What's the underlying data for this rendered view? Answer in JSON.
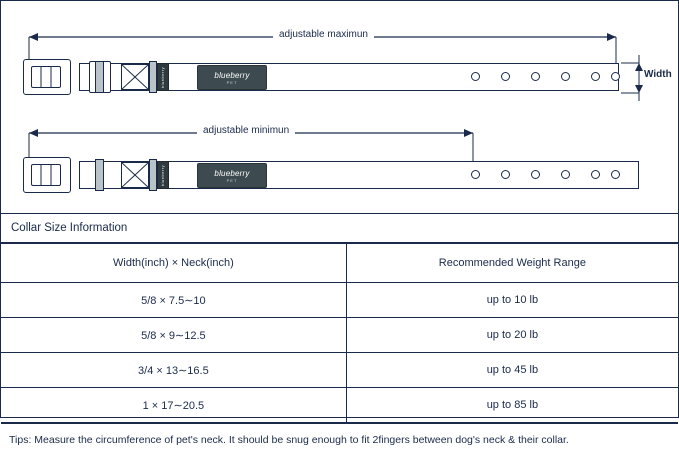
{
  "diagram": {
    "label_max": "adjustable maximun",
    "label_min": "adjustable minimun",
    "label_width": "Width",
    "brand": "blueberry",
    "brand_sub": "PET",
    "keeper_text": "blueberry"
  },
  "table": {
    "title": "Collar Size Information",
    "headers": [
      "Width(inch) ×  Neck(inch)",
      "Recommended Weight Range"
    ],
    "rows": [
      [
        "5/8 × 7.5∼10",
        "up to 10 lb"
      ],
      [
        "5/8 × 9∼12.5",
        "up to 20 lb"
      ],
      [
        "3/4 × 13∼16.5",
        "up to 45 lb"
      ],
      [
        "1 × 17∼20.5",
        "up to 85 lb"
      ]
    ],
    "tips": "Tips: Measure the circumference of pet's neck. It should be snug enough to fit 2fingers between dog's neck & their collar."
  },
  "colors": {
    "line": "#1b2a4a",
    "badge": "#3d4a50",
    "slider": "#b9c4c9"
  }
}
